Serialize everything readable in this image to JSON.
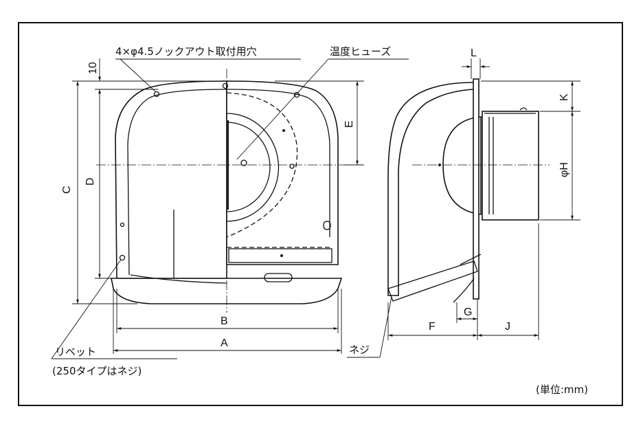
{
  "labels": {
    "knockout_holes": "4×φ4.5ノックアウト取付用穴",
    "thermal_fuse": "温度ヒューズ",
    "dim_10": "10",
    "dim_A": "A",
    "dim_B": "B",
    "dim_C": "C",
    "dim_D": "D",
    "dim_E": "E",
    "dim_F": "F",
    "dim_G": "G",
    "dim_H": "φH",
    "dim_J": "J",
    "dim_K": "K",
    "dim_L": "L",
    "rivet": "リベット",
    "rivet_note": "(250タイプはネジ)",
    "screw": "ネジ",
    "unit": "(単位:mm)"
  }
}
